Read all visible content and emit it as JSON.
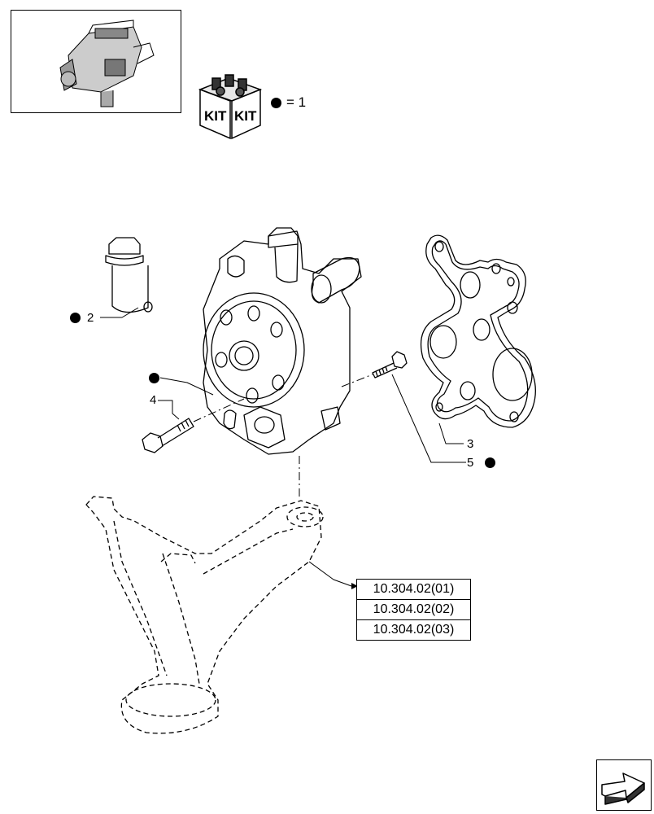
{
  "legend": {
    "kit_label_1": "KIT",
    "kit_label_2": "KIT",
    "equals_text": "= 1"
  },
  "callouts": {
    "c2": "2",
    "c3": "3",
    "c4": "4",
    "c5": "5"
  },
  "references": [
    "10.304.02(01)",
    "10.304.02(02)",
    "10.304.02(03)"
  ],
  "icons": {
    "thumbnail": "engine-thumbnail-icon",
    "kit": "kit-box-icon",
    "nav": "next-page-arrow-icon"
  }
}
